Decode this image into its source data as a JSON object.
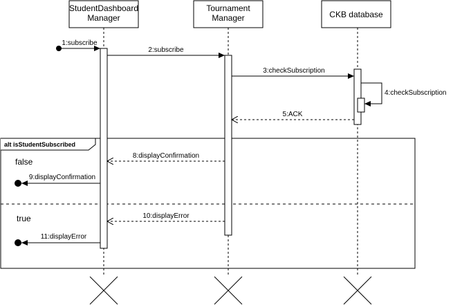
{
  "participants": [
    {
      "name": "StudentDashboard\nManager"
    },
    {
      "name": "Tournament\nManager"
    },
    {
      "name": "CKB database"
    }
  ],
  "messages": [
    {
      "label": "1:subscribe",
      "style": "solid"
    },
    {
      "label": "2:subscribe",
      "style": "solid"
    },
    {
      "label": "3:checkSubscription",
      "style": "solid"
    },
    {
      "label": "4:checkSubscription",
      "style": "solid"
    },
    {
      "label": "5:ACK",
      "style": "dashed"
    },
    {
      "label": "8:displayConfirmation",
      "style": "dashed"
    },
    {
      "label": "9:displayConfirmation",
      "style": "solid"
    },
    {
      "label": "10:displayError",
      "style": "dashed"
    },
    {
      "label": "11:displayError",
      "style": "solid"
    }
  ],
  "fragment": {
    "operator": "alt isStudentSubscribed",
    "guards": [
      "false",
      "true"
    ]
  },
  "colors": {
    "stroke": "#000000",
    "background": "#ffffff"
  }
}
